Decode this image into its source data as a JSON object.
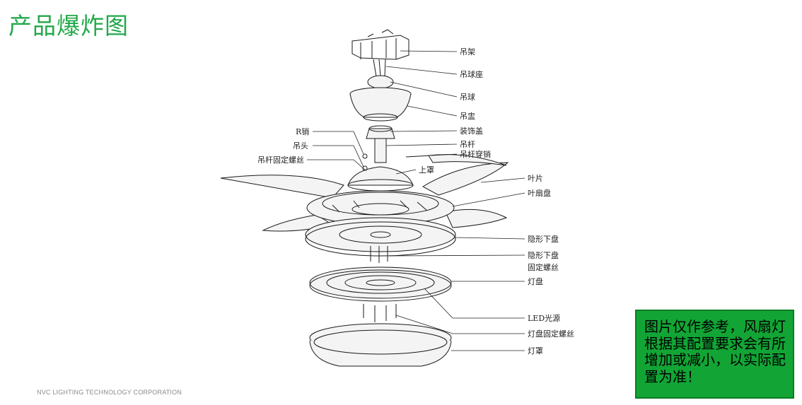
{
  "title": "产品爆炸图",
  "footer": "NVC LIGHTING TECHNOLOGY CORPORATION",
  "note": "图片仅作参考，风扇灯根据其配置要求会有所增加或减小，以实际配置为准！",
  "labels": {
    "hanger_bracket": "吊架",
    "ball_seat": "吊球座",
    "ball": "吊球",
    "canopy": "吊盅",
    "decor_cover": "装饰盖",
    "rod": "吊杆",
    "rod_pin": "吊杆穿销",
    "r_pin": "R销",
    "hanger_head": "吊头",
    "rod_screw": "吊杆固定螺丝",
    "upper_cover": "上罩",
    "blade": "叶片",
    "blade_disc": "叶扇盘",
    "hidden_lower_disc": "隐形下盘",
    "hidden_lower_screw_1": "隐形下盘",
    "hidden_lower_screw_2": "固定螺丝",
    "lamp_disc": "灯盘",
    "led_source": "LED光源",
    "lamp_disc_screw": "灯盘固定螺丝",
    "lamp_shade": "灯罩"
  }
}
